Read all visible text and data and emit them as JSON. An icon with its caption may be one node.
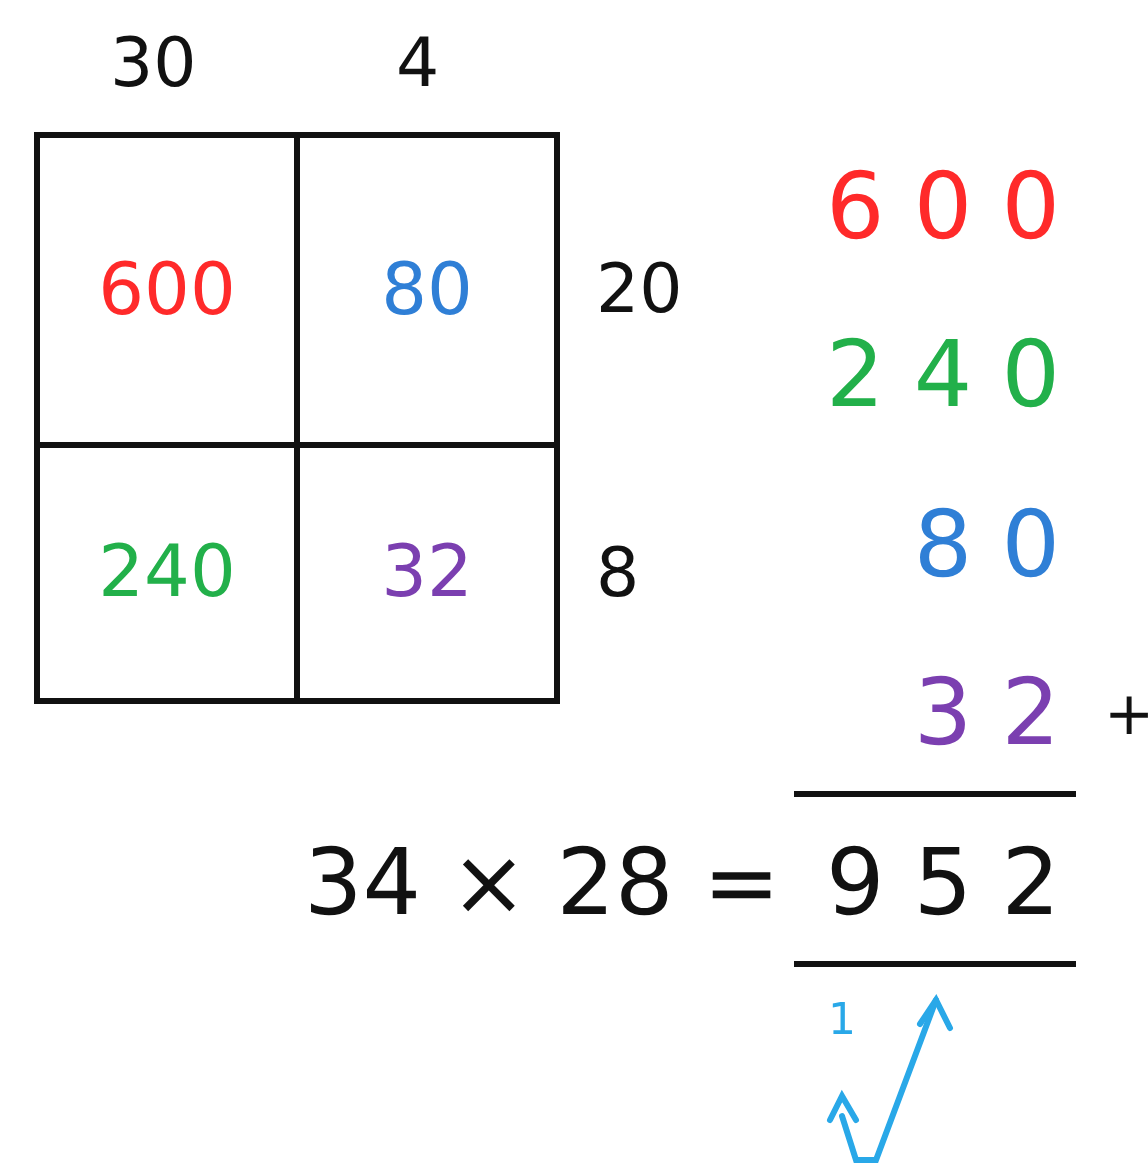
{
  "diagram": {
    "nodes": [
      {
        "text": [
          "600"
        ]
      },
      {
        "text": [
          "80"
        ]
      },
      {
        "text": [
          "240"
        ]
      },
      {
        "text": [
          "32"
        ]
      }
    ],
    "labels": [
      "30",
      "4",
      "20",
      "8",
      "6 0 0",
      "2 4 0",
      "8 0",
      "3 2",
      "+",
      "34 × 28 =",
      "9 5 2",
      "1"
    ]
  }
}
